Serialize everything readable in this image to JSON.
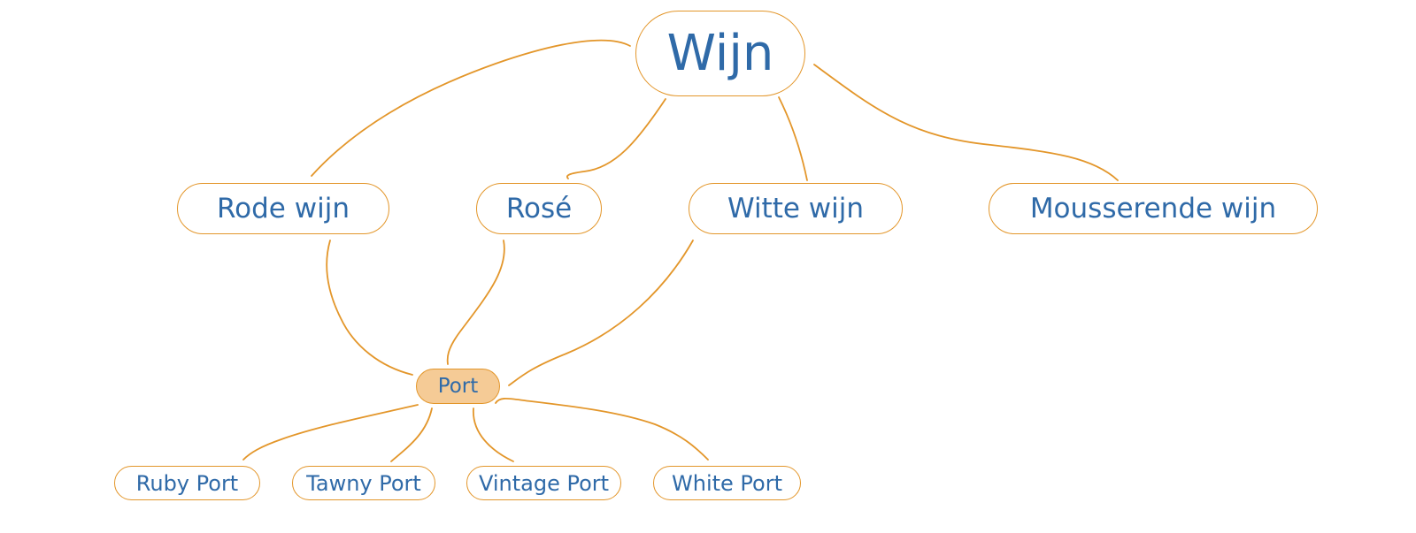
{
  "diagram": {
    "type": "mind-map",
    "colors": {
      "line": "#e3962a",
      "text": "#2f6aa8",
      "highlight_fill": "#f5cb96",
      "background": "#ffffff"
    },
    "nodes": {
      "root": "Wijn",
      "rode": "Rode wijn",
      "rose": "Rosé",
      "witte": "Witte wijn",
      "mousserende": "Mousserende wijn",
      "port": "Port",
      "ruby": "Ruby Port",
      "tawny": "Tawny Port",
      "vintage": "Vintage Port",
      "white": "White Port"
    },
    "selected_node": "Port",
    "edges": [
      [
        "Wijn",
        "Rode wijn"
      ],
      [
        "Wijn",
        "Rosé"
      ],
      [
        "Wijn",
        "Witte wijn"
      ],
      [
        "Wijn",
        "Mousserende wijn"
      ],
      [
        "Rode wijn",
        "Port"
      ],
      [
        "Rosé",
        "Port"
      ],
      [
        "Witte wijn",
        "Port"
      ],
      [
        "Port",
        "Ruby Port"
      ],
      [
        "Port",
        "Tawny Port"
      ],
      [
        "Port",
        "Vintage Port"
      ],
      [
        "Port",
        "White Port"
      ]
    ]
  }
}
